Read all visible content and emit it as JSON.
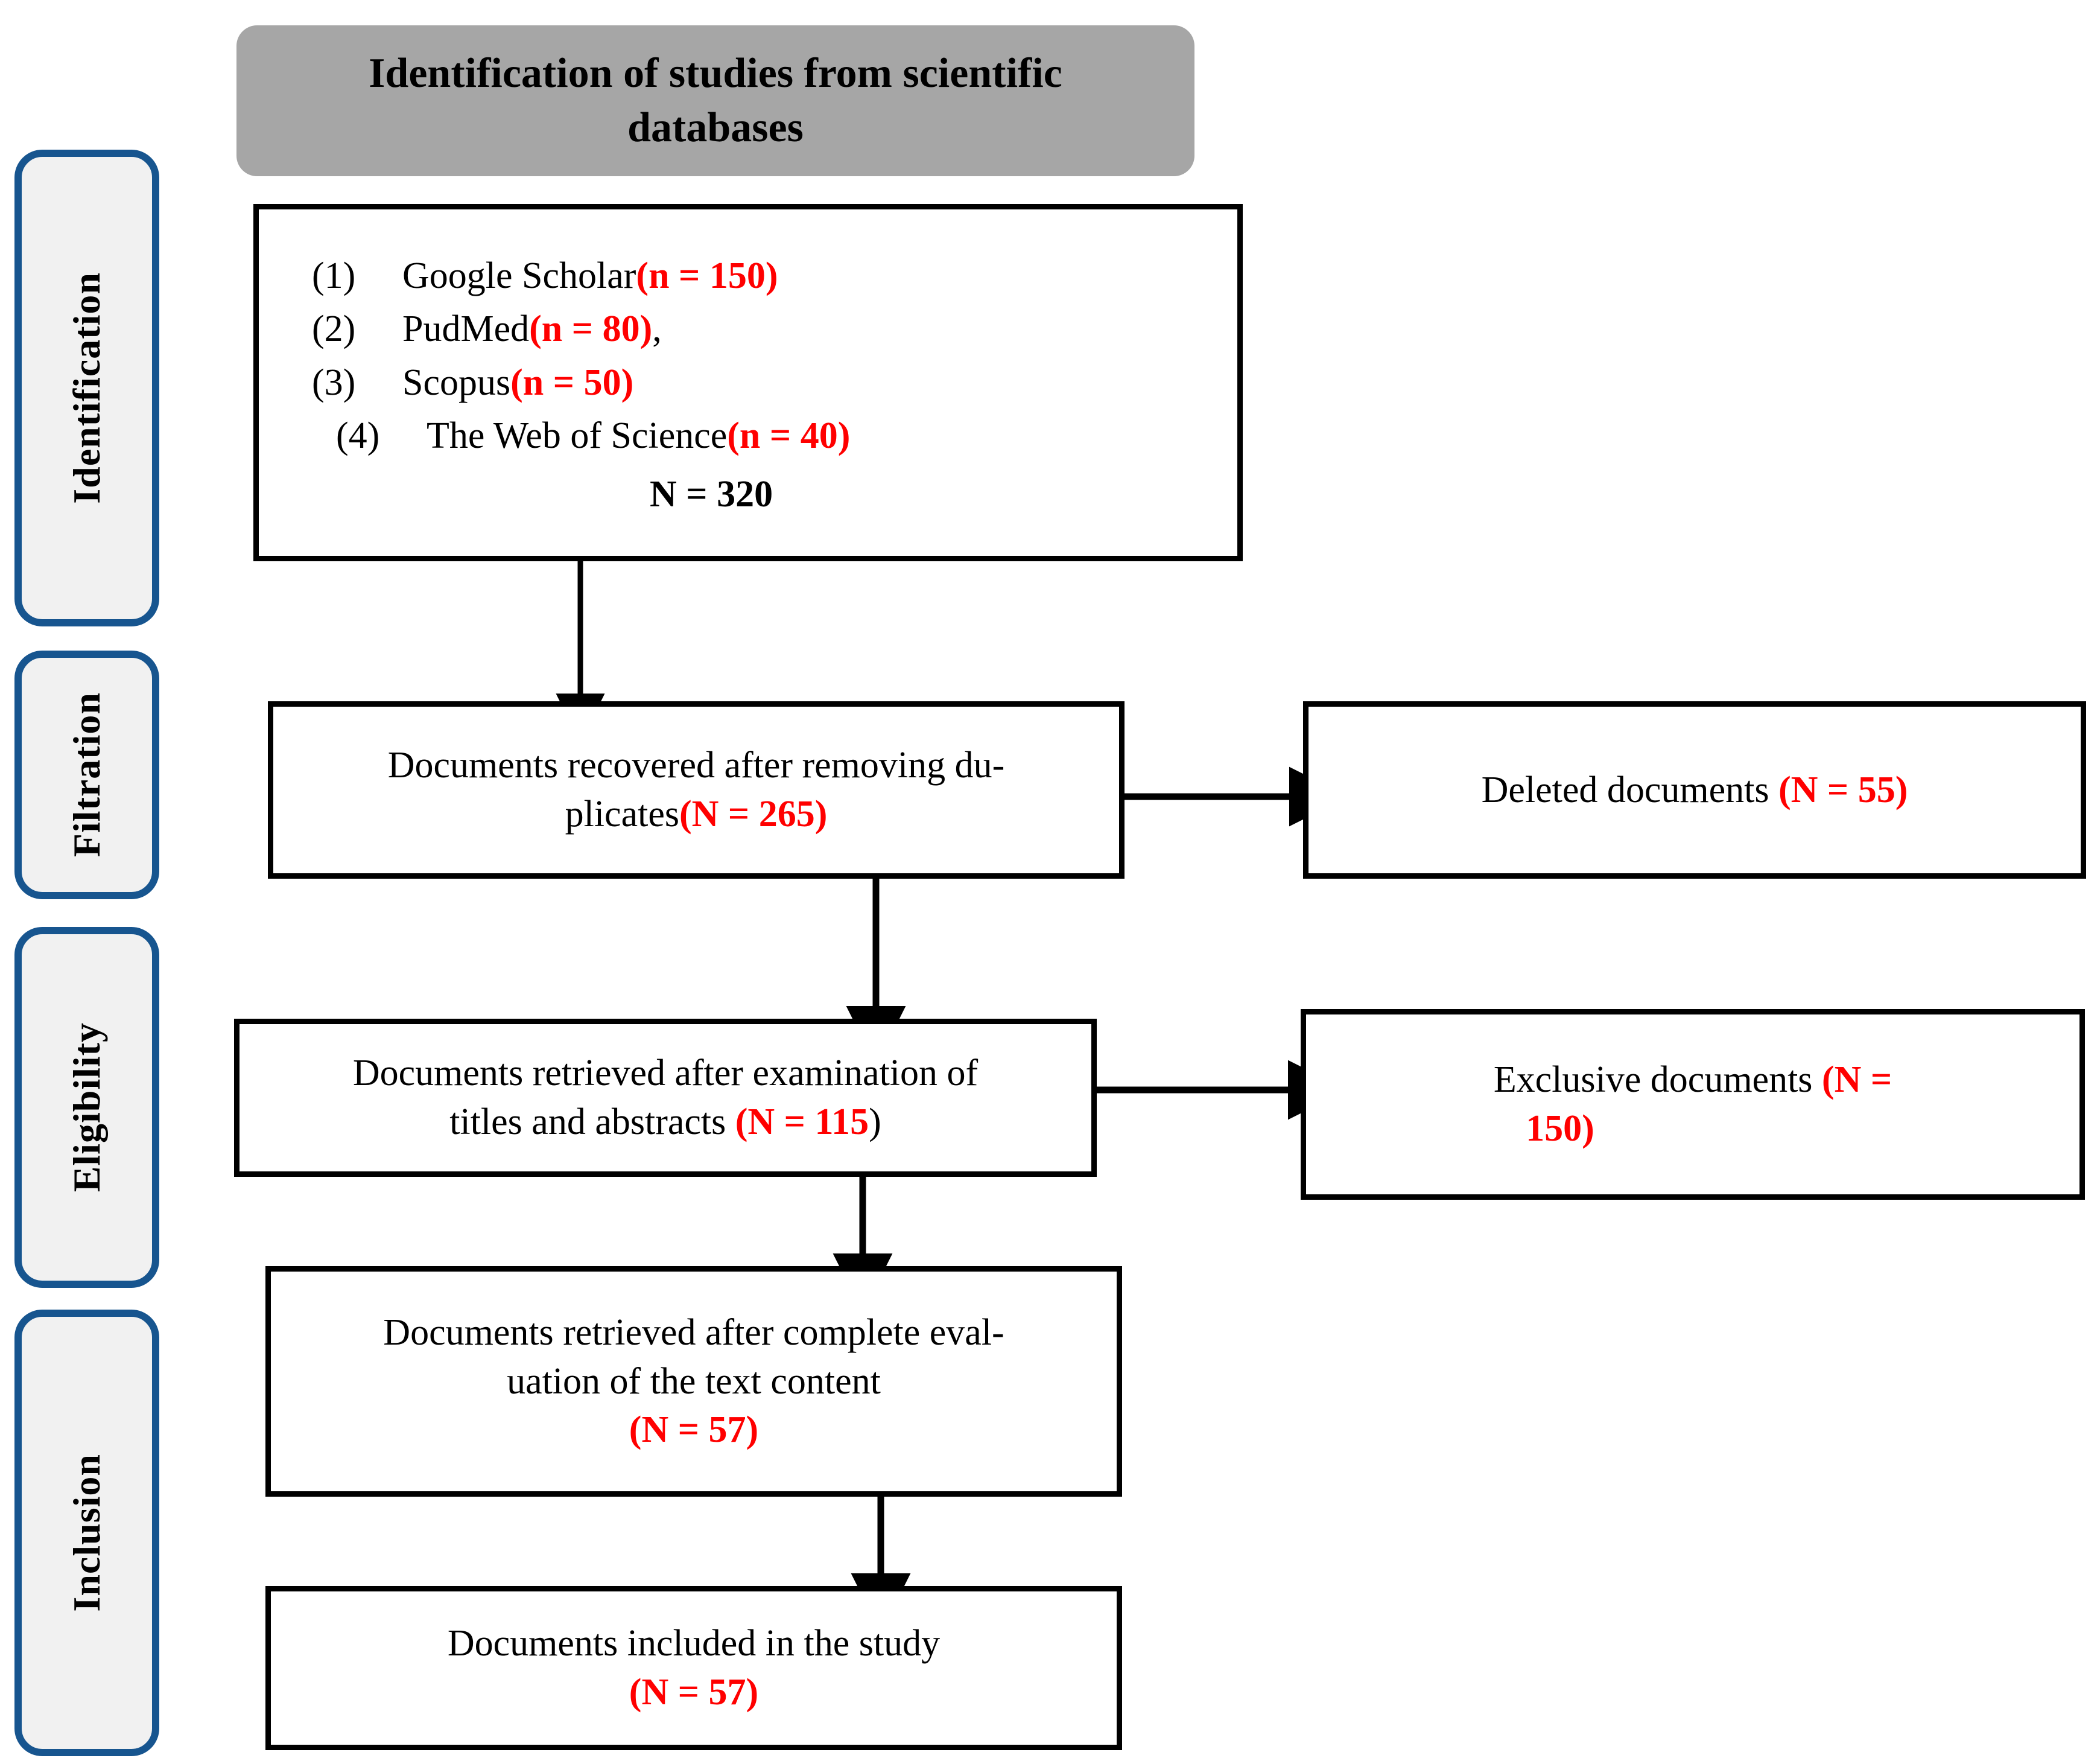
{
  "header": {
    "title": "Identification of studies from scientific databases"
  },
  "stages": [
    {
      "label": "Identification"
    },
    {
      "label": "Filtration"
    },
    {
      "label": "Eligibility"
    },
    {
      "label": "Inclusion"
    }
  ],
  "identification_box": {
    "sources": [
      {
        "index": "(1)",
        "name": "Google Scholar",
        "count": "(n = 150)"
      },
      {
        "index": "(2)",
        "name": "PudMed ",
        "count": "(n = 80)",
        "suffix": ","
      },
      {
        "index": "(3)",
        "name": "Scopus",
        "count": "(n = 50)"
      },
      {
        "index": "(4)",
        "name": "The Web of Science",
        "count": "(n = 40)"
      }
    ],
    "total": "N = 320"
  },
  "flow": {
    "duplicates": {
      "line1": "Documents recovered after removing du-",
      "line2_text": "plicates",
      "line2_count": "(N = 265)"
    },
    "deleted": {
      "text": "Deleted documents ",
      "count": "(N = 55)"
    },
    "screened": {
      "line1": "Documents retrieved after examination of",
      "line2_text": "titles and abstracts ",
      "line2_count": "(N = 115",
      "line2_close": ")"
    },
    "excluded": {
      "line1_text": "Exclusive documents ",
      "line1_count": "(N =",
      "line2_count": "150)"
    },
    "fulltext": {
      "line1": "Documents retrieved after complete eval-",
      "line2": "uation of the text content",
      "line3_count": "(N = 57)"
    },
    "included": {
      "line1": "Documents included in the study",
      "line2_count": "(N = 57)"
    }
  },
  "colors": {
    "accent_red": "#ff0000",
    "stage_border_blue": "#17558f",
    "stage_fill": "#f1f1f1",
    "banner_fill": "#a6a6a6",
    "box_border": "#000000"
  }
}
